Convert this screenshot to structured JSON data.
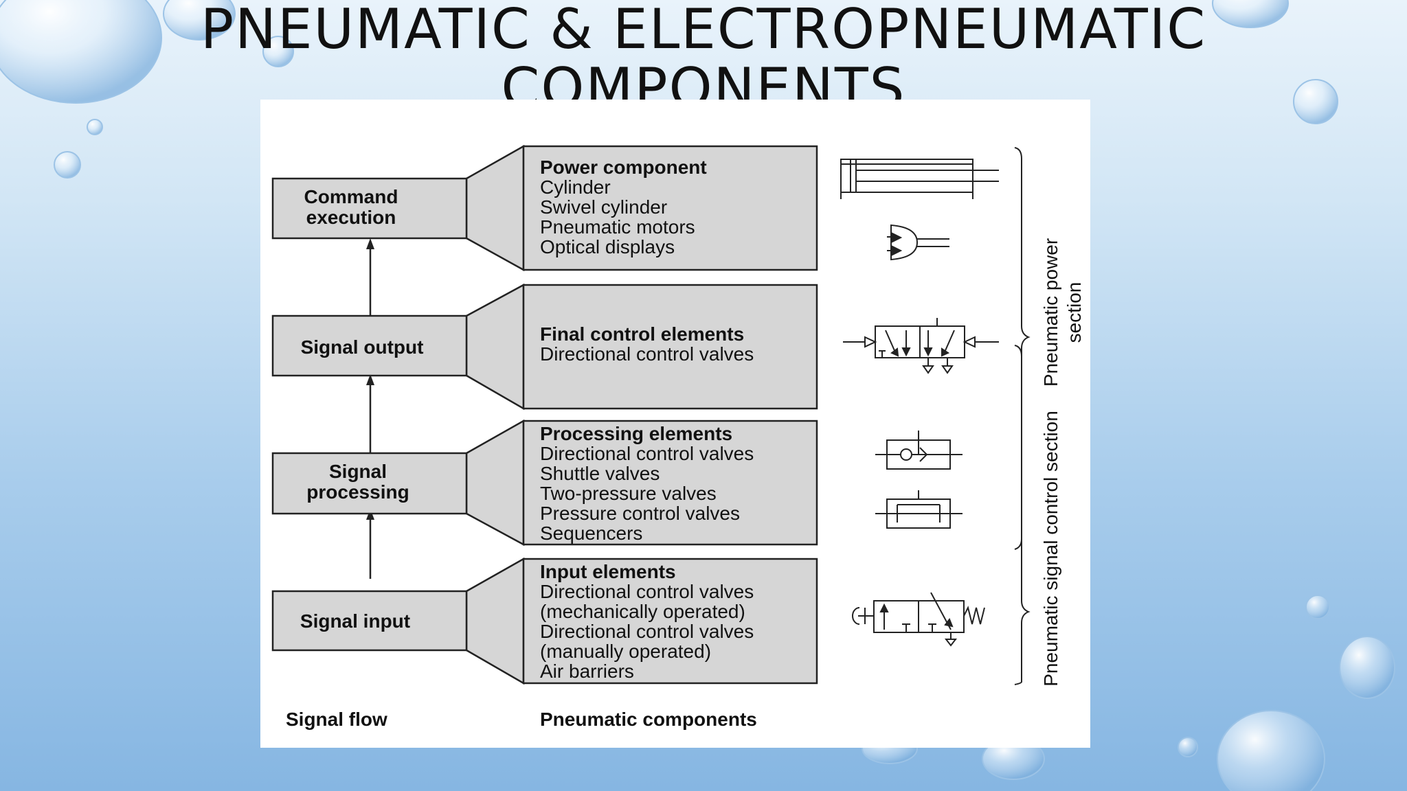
{
  "slide": {
    "title_line1": "PNEUMATIC & ELECTROPNEUMATIC",
    "title_line2": "COMPONENTS"
  },
  "diagram": {
    "stages": [
      {
        "line1": "Command",
        "line2": "execution"
      },
      {
        "line1": "Signal output",
        "line2": ""
      },
      {
        "line1": "Signal",
        "line2": "processing"
      },
      {
        "line1": "Signal input",
        "line2": ""
      }
    ],
    "component_groups": [
      {
        "heading": "Power component",
        "items": [
          "Cylinder",
          "Swivel cylinder",
          "Pneumatic motors",
          "Optical displays"
        ]
      },
      {
        "heading": "Final control elements",
        "items": [
          "Directional control valves"
        ]
      },
      {
        "heading": "Processing elements",
        "items": [
          "Directional control valves",
          "Shuttle valves",
          "Two-pressure valves",
          "Pressure control valves",
          "Sequencers"
        ]
      },
      {
        "heading": "Input elements",
        "items": [
          "Directional control valves",
          "(mechanically operated)",
          "Directional control valves",
          "(manually operated)",
          "Air barriers"
        ]
      }
    ],
    "sections": {
      "power_line1": "Pneumatic power",
      "power_line2": "section",
      "control": "Pneumatic signal control section"
    },
    "footer": {
      "left": "Signal flow",
      "right": "Pneumatic components"
    },
    "colors": {
      "box_fill": "#d6d6d6",
      "stroke": "#222222"
    }
  }
}
